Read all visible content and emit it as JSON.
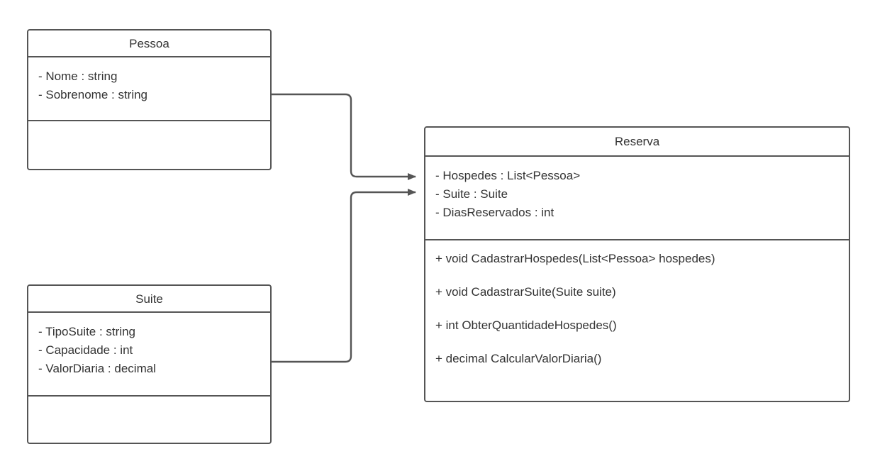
{
  "diagram": {
    "type": "uml-class-diagram",
    "title": "",
    "background_color": "#ffffff",
    "stroke_color": "#555555",
    "text_color": "#333333"
  },
  "classes": [
    {
      "id": "pessoa",
      "name": "Pessoa",
      "attributes": [
        "- Nome : string",
        "- Sobrenome : string"
      ],
      "methods": []
    },
    {
      "id": "suite",
      "name": "Suite",
      "attributes": [
        "- TipoSuite : string",
        "- Capacidade : int",
        "- ValorDiaria : decimal"
      ],
      "methods": []
    },
    {
      "id": "reserva",
      "name": "Reserva",
      "attributes": [
        "- Hospedes : List<Pessoa>",
        "- Suite : Suite",
        "- DiasReservados : int"
      ],
      "methods": [
        "+ void CadastrarHospedes(List<Pessoa> hospedes)",
        "+ void CadastrarSuite(Suite suite)",
        "+ int ObterQuantidadeHospedes()",
        "+ decimal CalcularValorDiaria()"
      ]
    }
  ],
  "relationships": [
    {
      "id": "pessoa-to-reserva",
      "from": "Pessoa",
      "to": "Reserva",
      "kind": "association",
      "arrow": "open-triangle-filled",
      "label": ""
    },
    {
      "id": "suite-to-reserva",
      "from": "Suite",
      "to": "Reserva",
      "kind": "association",
      "arrow": "open-triangle-filled",
      "label": ""
    }
  ]
}
